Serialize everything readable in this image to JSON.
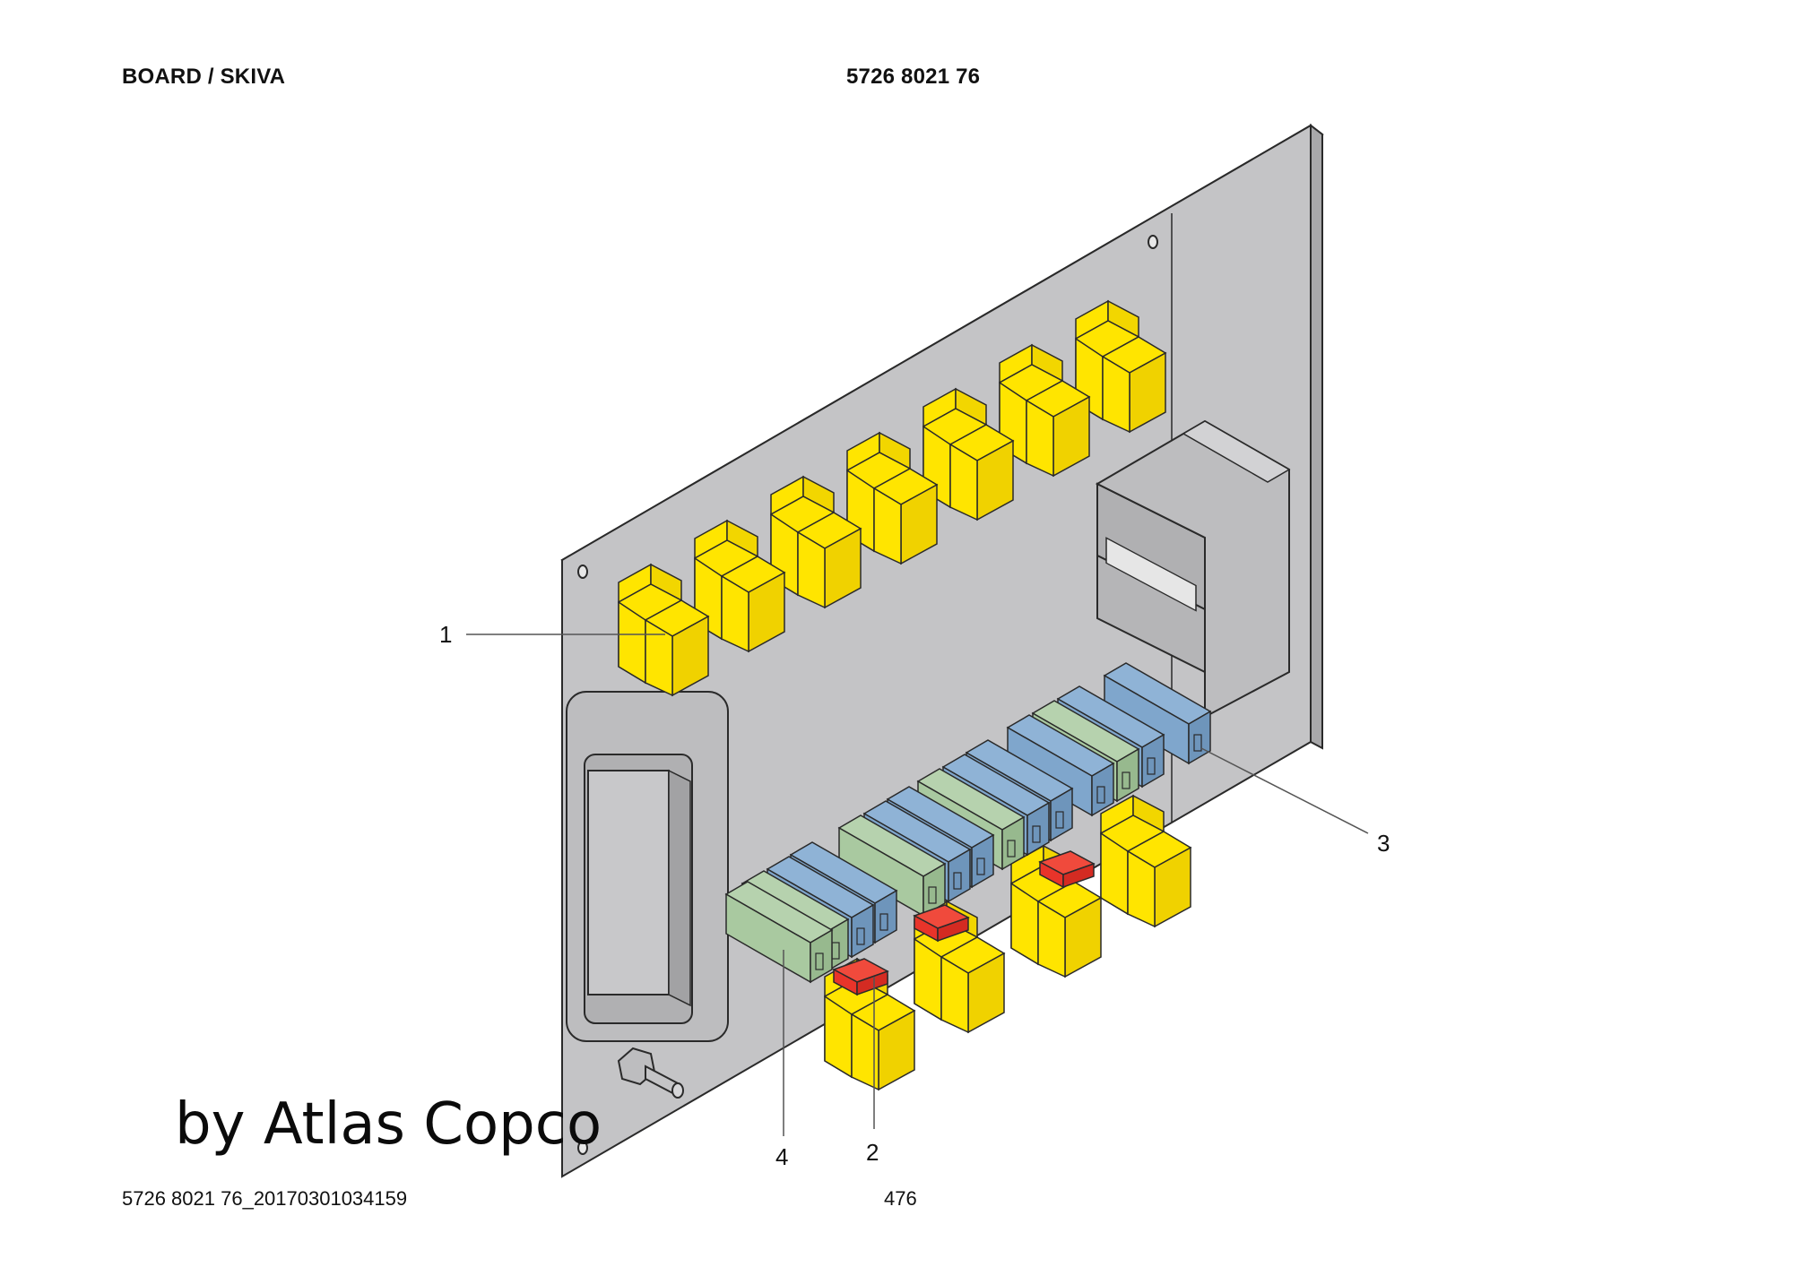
{
  "header": {
    "left_title": "BOARD / SKIVA",
    "part_number": "5726 8021 76"
  },
  "footer": {
    "doc_id": "5726 8021 76_20170301034159",
    "page_number": "476"
  },
  "watermark": "by Atlas Copco",
  "callouts": [
    {
      "id": "1",
      "label": "1"
    },
    {
      "id": "2",
      "label": "2"
    },
    {
      "id": "3",
      "label": "3"
    },
    {
      "id": "4",
      "label": "4"
    }
  ],
  "colors": {
    "board": "#c4c4c6",
    "relay": "#ffe500",
    "fuse_blue": "#7fa6cc",
    "fuse_green": "#a9c9a0",
    "fuse_red": "#e8342a",
    "outline": "#2a2a2a"
  },
  "icons": [
    "relay-icon",
    "fuse-icon",
    "connector-icon",
    "ground-stud-icon",
    "mounting-hole-icon"
  ]
}
